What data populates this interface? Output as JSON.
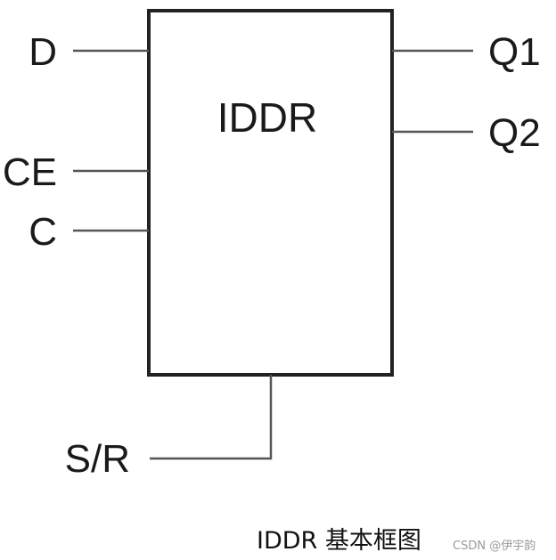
{
  "block": {
    "name": "IDDR",
    "inputs": [
      "D",
      "CE",
      "C"
    ],
    "outputs": [
      "Q1",
      "Q2"
    ],
    "bottom_input": "S/R"
  },
  "caption": "IDDR 基本框图",
  "watermark": "CSDN @伊宇韵",
  "colors": {
    "box_stroke": "#222222",
    "wire": "#555555",
    "text": "#1a1a1a"
  }
}
